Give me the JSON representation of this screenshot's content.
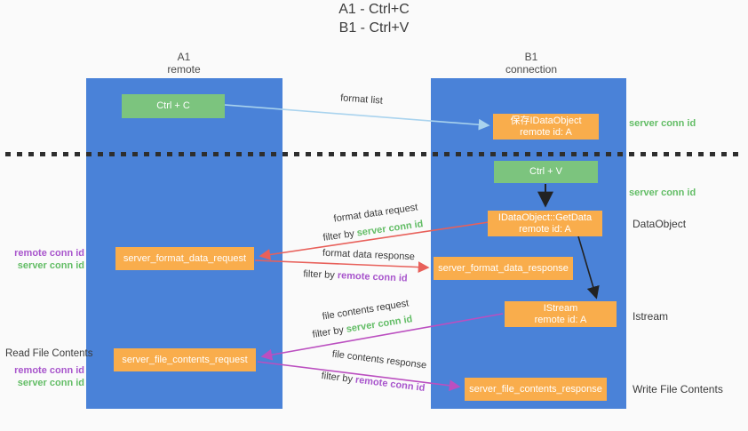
{
  "title": {
    "line1": "A1 - Ctrl+C",
    "line2": "B1 - Ctrl+V"
  },
  "lifelines": {
    "left": {
      "name": "A1",
      "role": "remote"
    },
    "right": {
      "name": "B1",
      "role": "connection"
    }
  },
  "nodes": {
    "ctrl_c": {
      "label": "Ctrl + C"
    },
    "save_dataobject": {
      "line1": "保存IDataObject",
      "line2": "remote id: A"
    },
    "ctrl_v": {
      "label": "Ctrl + V"
    },
    "getdata": {
      "line1": "IDataObject::GetData",
      "line2": "remote id: A"
    },
    "format_request": {
      "label": "server_format_data_request"
    },
    "format_response": {
      "label": "server_format_data_response"
    },
    "istream": {
      "line1": "IStream",
      "line2": "remote id: A"
    },
    "file_request": {
      "label": "server_file_contents_request"
    },
    "file_response": {
      "label": "server_file_contents_response"
    }
  },
  "edges": {
    "format_list": {
      "label": "format list"
    },
    "format_data_request": {
      "label": "format data request",
      "filter_prefix": "filter by ",
      "filter_key": "server conn id"
    },
    "format_data_response": {
      "label": "format data response",
      "filter_prefix": "filter by ",
      "filter_key": "remote conn id"
    },
    "file_contents_request": {
      "label": "file contents request",
      "filter_prefix": "filter by ",
      "filter_key": "server conn id"
    },
    "file_contents_response": {
      "label": "file contents response",
      "filter_prefix": "filter by ",
      "filter_key": "remote conn id"
    }
  },
  "annotations": {
    "right_save_server_conn_id": "server conn id",
    "right_ctrlv_server_conn_id": "server conn id",
    "dataobject": "DataObject",
    "istream": "Istream",
    "write_file_contents": "Write File Contents",
    "read_file_contents": "Read File Contents",
    "left_format": {
      "remote_conn_id": "remote conn id",
      "server_conn_id": "server conn id"
    },
    "left_file": {
      "remote_conn_id": "remote conn id",
      "server_conn_id": "server conn id"
    }
  },
  "colors": {
    "lifeline_blue": "#4a82d8",
    "action_green": "#7cc47e",
    "message_orange": "#f9ad4c",
    "format_list_arrow": "#a9d3ee",
    "format_data_arrow": "#e8605a",
    "file_contents_arrow": "#bb4fc0",
    "plain_arrow": "#222222",
    "server_conn_id_text": "#63bd66",
    "remote_conn_id_text": "#a855cc",
    "background": "#fafafa"
  }
}
